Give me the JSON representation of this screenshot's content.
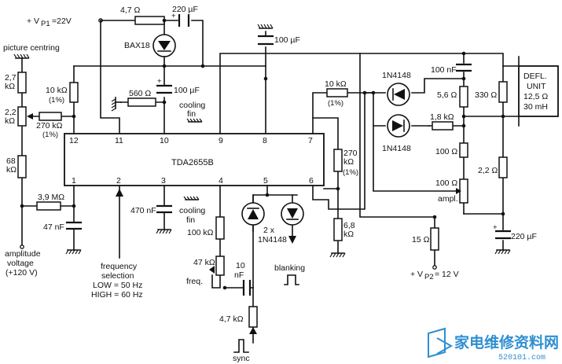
{
  "ic": {
    "name": "TDA2655B"
  },
  "pins": [
    "12",
    "11",
    "10",
    "9",
    "8",
    "7",
    "1",
    "2",
    "3",
    "4",
    "5",
    "6"
  ],
  "supply": {
    "vp1": "+ V",
    "vp1_sub": "P1",
    "vp1_val": "=22V",
    "vp2": "+ V",
    "vp2_sub": "P2",
    "vp2_val": " = 12 V"
  },
  "components": {
    "r_4_7_top": "4,7 Ω",
    "c_220u_top": "220 µF",
    "d_bax18": "BAX18",
    "c_100u_top": "100 µF",
    "r_10k_left": "10 kΩ",
    "r_10k_left_tol": "(1%)",
    "r_560": "560 Ω",
    "c_100u_mid": "100 µF",
    "cooling_fin_top_1": "cooling",
    "cooling_fin_top_2": "fin",
    "r_10k_right": "10 kΩ",
    "r_10k_right_tol": "(1%)",
    "d_1n4148_a": "1N4148",
    "d_1n4148_b": "1N4148",
    "c_100n_right": "100 nF",
    "r_5_6": "5,6 Ω",
    "r_330": "330 Ω",
    "r_1_8k": "1,8 kΩ",
    "r_100_a": "100 Ω",
    "r_100_b": "100 Ω",
    "ampl": "ampl.",
    "r_2_2": "2,2 Ω",
    "c_220u_right": "220 µF",
    "r_15": "15 Ω",
    "r_270k_right_1": "270",
    "r_270k_right_2": "kΩ",
    "r_270k_right_tol": "(1%)",
    "r_6_8k_1": "6,8",
    "r_6_8k_2": "kΩ",
    "r_2_7k_1": "2,7",
    "r_2_7k_2": "kΩ",
    "r_2_2k_1": "2,2",
    "r_2_2k_2": "kΩ",
    "r_270k_left": "270 kΩ",
    "r_270k_left_tol": "(1%)",
    "r_68k_1": "68",
    "r_68k_2": "kΩ",
    "r_3_9m": "3,9 MΩ",
    "c_47n": "47 nF",
    "c_470n": "470 nF",
    "cooling_fin_bot_1": "cooling",
    "cooling_fin_bot_2": "fin",
    "r_100k": "100 kΩ",
    "r_47k": "47 kΩ",
    "freq": "freq.",
    "c_10n_1": "10",
    "c_10n_2": "nF",
    "r_4_7k": "4,7 kΩ",
    "d_2x_1": "2 x",
    "d_2x_2": "1N4148",
    "blanking": "blanking",
    "sync": "sync"
  },
  "defl_unit": [
    "DEFL.",
    "UNIT",
    "12,5 Ω",
    "30 mH"
  ],
  "labels": {
    "picture_centring": "picture centring",
    "amplitude_1": "amplitude",
    "amplitude_2": "voltage",
    "amplitude_3": "(+120 V)",
    "freq_sel_1": "frequency",
    "freq_sel_2": "selection",
    "freq_sel_3": "LOW = 50 Hz",
    "freq_sel_4": "HIGH = 60 Hz"
  },
  "watermark": {
    "text": "家电维修资料网",
    "url": "520101.com"
  }
}
